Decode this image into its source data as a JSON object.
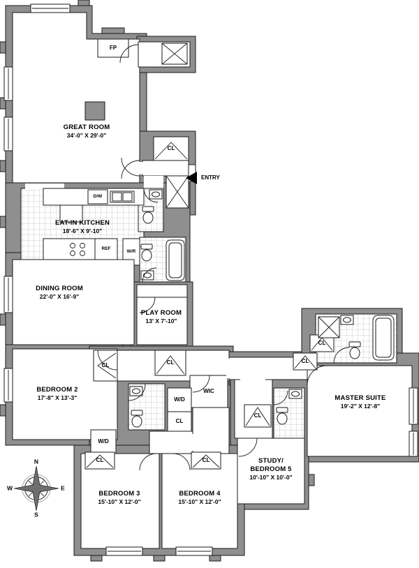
{
  "colors": {
    "wall": "#8f8f8f",
    "outline": "#1a1a1a",
    "tile_line": "#cccccc"
  },
  "rooms": {
    "great_room": {
      "name": "GREAT ROOM",
      "dims": "34'-0\" X 29'-0\""
    },
    "eat_in_kitchen": {
      "name": "EAT-IN KITCHEN",
      "dims": "18'-6\" X 9'-10\""
    },
    "dining_room": {
      "name": "DINING ROOM",
      "dims": "22'-0\" X 16'-9\""
    },
    "play_room": {
      "name": "PLAY ROOM",
      "dims": "13' X 7'-10\""
    },
    "bedroom_2": {
      "name": "BEDROOM 2",
      "dims": "17'-8\" X 13'-3\""
    },
    "master_suite": {
      "name": "MASTER SUITE",
      "dims": "19'-2\" X 12'-8\""
    },
    "study_bedroom_5": {
      "name_line1": "STUDY/",
      "name_line2": "BEDROOM 5",
      "dims": "10'-10\" X 10'-0\""
    },
    "bedroom_3": {
      "name": "BEDROOM 3",
      "dims": "15'-10\" X 12'-0\""
    },
    "bedroom_4": {
      "name": "BEDROOM 4",
      "dims": "15'-10\" X 12'-0\""
    }
  },
  "labels": {
    "fp": "FP",
    "cl": "CL",
    "entry": "ENTRY",
    "wic": "WIC",
    "wd": "W/D",
    "wr": "W/R",
    "dw": "D/W",
    "ref": "REF"
  },
  "compass": {
    "north": "N",
    "south": "S",
    "east": "E",
    "west": "W"
  }
}
